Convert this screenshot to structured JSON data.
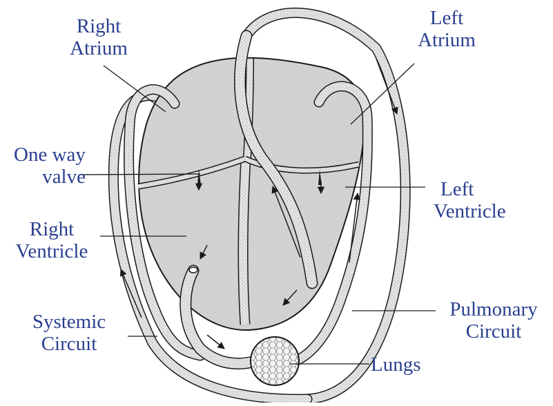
{
  "colors": {
    "label_text": "#2a3f8f",
    "heart_fill": "#d4d4d4",
    "vessel_fill": "#e4e4e4",
    "outline": "#1a1a1a",
    "background": "#ffffff"
  },
  "labels": {
    "right_atrium": [
      "Right",
      "Atrium"
    ],
    "left_atrium": [
      "Left",
      "Atrium"
    ],
    "one_way_valve": [
      "One way",
      "valve"
    ],
    "left_ventricle": [
      "Left",
      "Ventricle"
    ],
    "right_ventricle": [
      "Right",
      "Ventricle"
    ],
    "systemic_circuit": [
      "Systemic",
      "Circuit"
    ],
    "pulmonary_circuit": [
      "Pulmonary",
      "Circuit"
    ],
    "lungs": "Lungs"
  }
}
